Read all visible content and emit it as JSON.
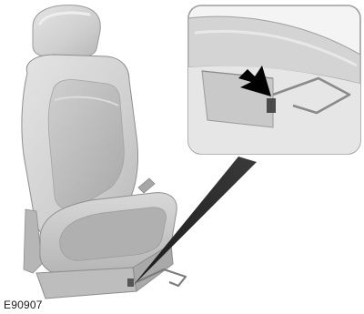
{
  "figure": {
    "id_label": "E90907",
    "subject": "seat-adjustment-control-location",
    "colors": {
      "background": "#ffffff",
      "seat_light": "#d2d2d2",
      "seat_mid": "#bdbdbd",
      "seat_dark": "#9a9a9a",
      "outline": "#8a8a8a",
      "callout_border": "#9e9e9e",
      "arrow": "#000000",
      "pointer": "#1e1e1e"
    },
    "icons": [
      "seat-illustration",
      "detail-callout",
      "pointer-arrow-icon"
    ]
  }
}
